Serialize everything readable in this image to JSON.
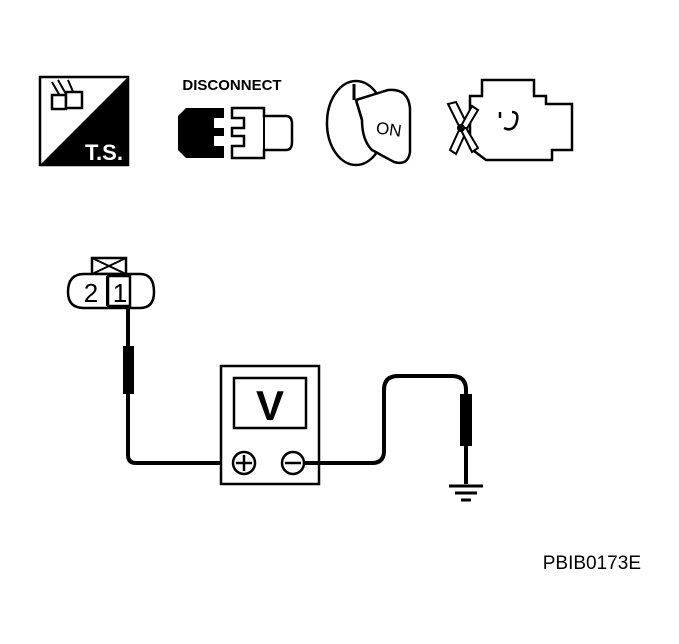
{
  "icons": {
    "ts_label": "T.S.",
    "disconnect_label": "DISCONNECT",
    "ignition_label": "ON"
  },
  "connector": {
    "pin_left": "2",
    "pin_right": "1"
  },
  "meter": {
    "symbol": "V",
    "positive": "+",
    "negative": "−"
  },
  "figure_code": "PBIB0173E",
  "colors": {
    "ink": "#000000",
    "paper": "#ffffff"
  }
}
